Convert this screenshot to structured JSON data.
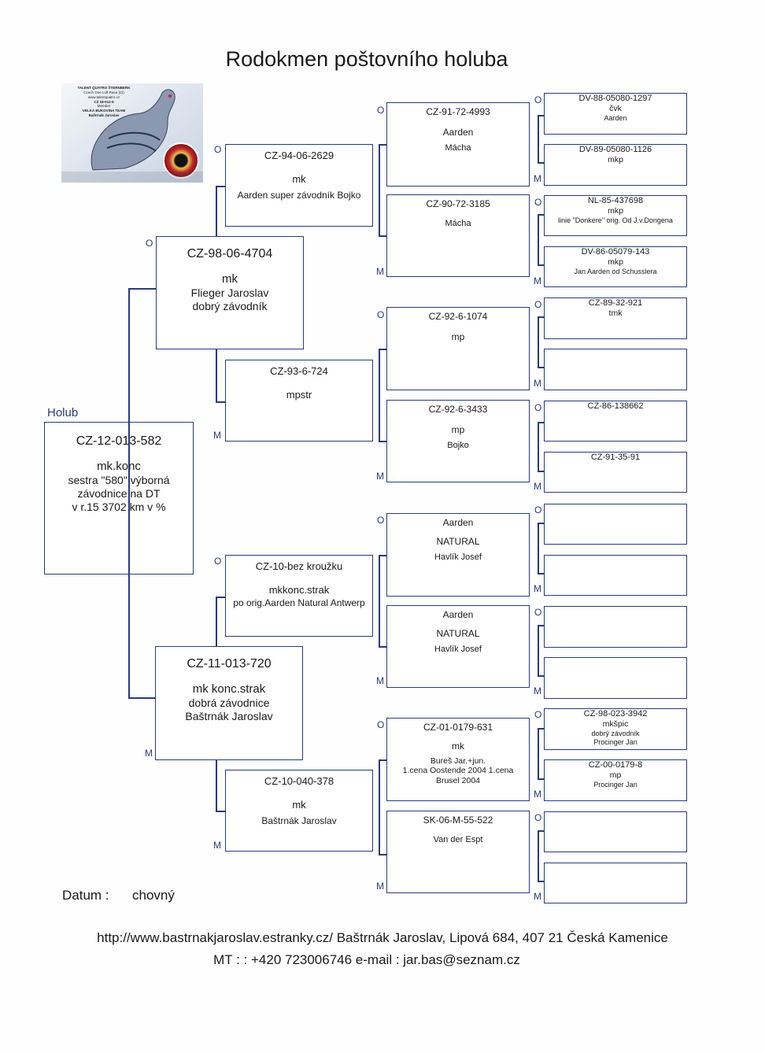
{
  "title": "Rodokmen poštovního holuba",
  "holub_label": "Holub",
  "marks": {
    "father": "O",
    "mother": "M"
  },
  "logo": {
    "line1": "TALENT QUATRO ŠTERNBERK",
    "line2": "Czech One Loft Race (Cl)",
    "line3": "www.talentquatro.cz",
    "line4": "CZ 18-012-9",
    "line5": "Member",
    "line6": "VELKÁ BUKOVINA TEAM",
    "line7": "Baštrnák Jaroslav"
  },
  "pigeon": {
    "ring": "CZ-12-013-582",
    "color": "mk.konc",
    "note1": "sestra \"580\" výborná",
    "note2": "závodnice na DT",
    "note3": "v r.15   3702 km v %"
  },
  "father": {
    "ring": "CZ-98-06-4704",
    "color": "mk",
    "note1": "Flieger Jaroslav",
    "note2": "dobrý závodník"
  },
  "mother": {
    "ring": "CZ-11-013-720",
    "color": "mk konc.strak",
    "note1": "dobrá závodnice",
    "note2": "Baštrnák Jaroslav"
  },
  "gen2": [
    {
      "ring": "CZ-94-06-2629",
      "color": "mk",
      "note": "Aarden super závodník Bojko"
    },
    {
      "ring": "CZ-93-6-724",
      "color": "mpstr",
      "note": ""
    },
    {
      "ring": "CZ-10-bez kroužku",
      "color": "mkkonc.strak",
      "note": "po orig.Aarden Natural Antwerp"
    },
    {
      "ring": "CZ-10-040-378",
      "color": "mk",
      "note": "Baštrnák Jaroslav"
    }
  ],
  "gen3": [
    {
      "ring": "CZ-91-72-4993",
      "color": "Aarden",
      "note": "Mácha",
      "extra": ""
    },
    {
      "ring": "CZ-90-72-3185",
      "color": "",
      "note": "Mácha",
      "extra": ""
    },
    {
      "ring": "CZ-92-6-1074",
      "color": "mp",
      "note": "",
      "extra": ""
    },
    {
      "ring": "CZ-92-6-3433",
      "color": "mp",
      "note": "Bojko",
      "extra": ""
    },
    {
      "ring": "Aarden",
      "color": "NATURAL",
      "note": "Havlík Josef",
      "extra": ""
    },
    {
      "ring": "Aarden",
      "color": "NATURAL",
      "note": "Havlík Josef",
      "extra": ""
    },
    {
      "ring": "CZ-01-0179-631",
      "color": "mk",
      "note": "Bureš Jar.+jun.",
      "extra": "1.cena Oostende 2004      1.cena",
      "extra2": "Brusel 2004"
    },
    {
      "ring": "SK-06-M-55-522",
      "color": "",
      "note": "Van der Espt",
      "extra": ""
    }
  ],
  "gen4": [
    {
      "ring": "DV-88-05080-1297",
      "color": "čvk",
      "note": "Aarden"
    },
    {
      "ring": "DV-89-05080-1126",
      "color": "mkp",
      "note": ""
    },
    {
      "ring": "NL-85-437698",
      "color": "mkp",
      "note": "linie \"Donkere\" orig. Od J.v.Dongena"
    },
    {
      "ring": "DV-86-05079-143",
      "color": "mkp",
      "note": "Jan Aarden od Schusslera"
    },
    {
      "ring": "CZ-89-32-921",
      "color": "tmk",
      "note": ""
    },
    {
      "ring": "",
      "color": "",
      "note": ""
    },
    {
      "ring": "CZ-86-138662",
      "color": "",
      "note": ""
    },
    {
      "ring": "CZ-91-35-91",
      "color": "",
      "note": ""
    },
    {
      "ring": "",
      "color": "",
      "note": ""
    },
    {
      "ring": "",
      "color": "",
      "note": ""
    },
    {
      "ring": "",
      "color": "",
      "note": ""
    },
    {
      "ring": "",
      "color": "",
      "note": ""
    },
    {
      "ring": "CZ-98-023-3942",
      "color": "mkšpic",
      "note": "dobrý závodník",
      "note2": "Procinger Jan"
    },
    {
      "ring": "CZ-00-0179-8",
      "color": "mp",
      "note": "Procinger Jan",
      "note2": ""
    },
    {
      "ring": "",
      "color": "",
      "note": ""
    },
    {
      "ring": "",
      "color": "",
      "note": ""
    }
  ],
  "datum_label": "Datum :",
  "datum_value": "chovný",
  "footer_line1": "http://www.bastrnakjaroslav.estranky.cz/  Baštrnák Jaroslav,  Lipová 684, 407 21 Česká Kamenice",
  "footer_line2": "MT : :   +420 723006746  e-mail : jar.bas@seznam.cz"
}
